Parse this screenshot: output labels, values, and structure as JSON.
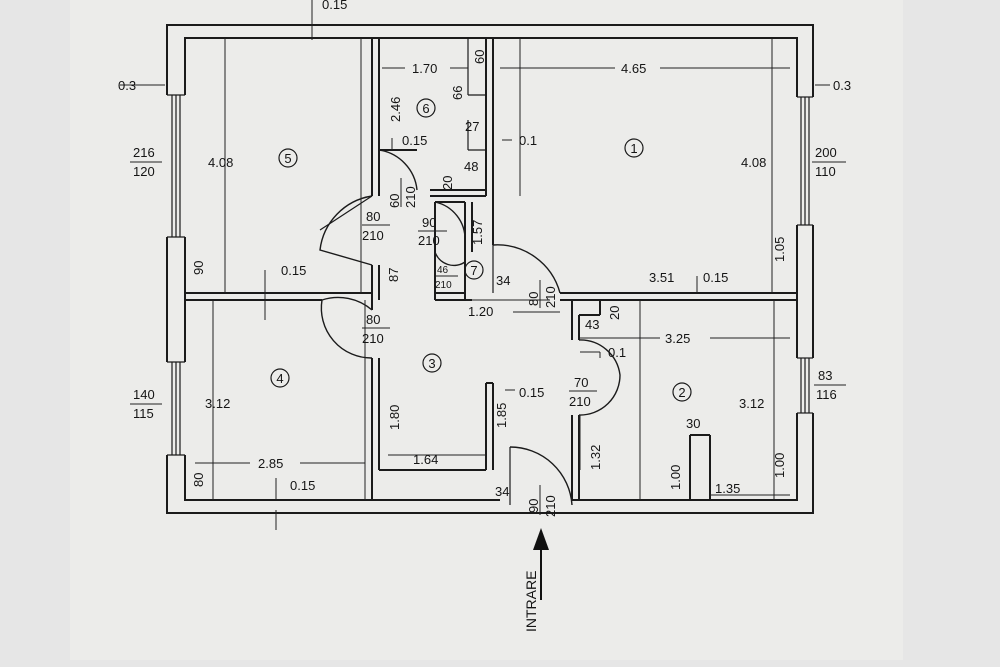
{
  "entrance": "INTRARE",
  "rooms": [
    "1",
    "2",
    "3",
    "4",
    "5",
    "6",
    "7"
  ],
  "dimensions": {
    "t015": "0.15",
    "t03": "0.3",
    "t170": "1.70",
    "t60": "60",
    "t465": "4.65",
    "t246": "2.46",
    "t66": "66",
    "t27": "27",
    "t01": "0.1",
    "t48": "48",
    "t20": "20",
    "t408": "4.08",
    "t157": "1.57",
    "t105": "1.05",
    "t90": "90",
    "t87": "87",
    "t34": "34",
    "t351": "3.51",
    "t120": "1.20",
    "t43": "43",
    "t325": "3.25",
    "t312": "3.12",
    "t180": "1.80",
    "t185": "1.85",
    "t132": "1.32",
    "t30": "30",
    "t164": "1.64",
    "t100": "1.00",
    "t285": "2.85",
    "t80": "80",
    "t135": "1.35"
  },
  "openings": {
    "w216_120": [
      "216",
      "120"
    ],
    "w200_110": [
      "200",
      "110"
    ],
    "w140_115": [
      "140",
      "115"
    ],
    "w83_116": [
      "83",
      "116"
    ],
    "d60_210": [
      "60",
      "210"
    ],
    "d80_210": [
      "80",
      "210"
    ],
    "d90_210": [
      "90",
      "210"
    ],
    "d46_210": [
      "46",
      "210"
    ]
  }
}
